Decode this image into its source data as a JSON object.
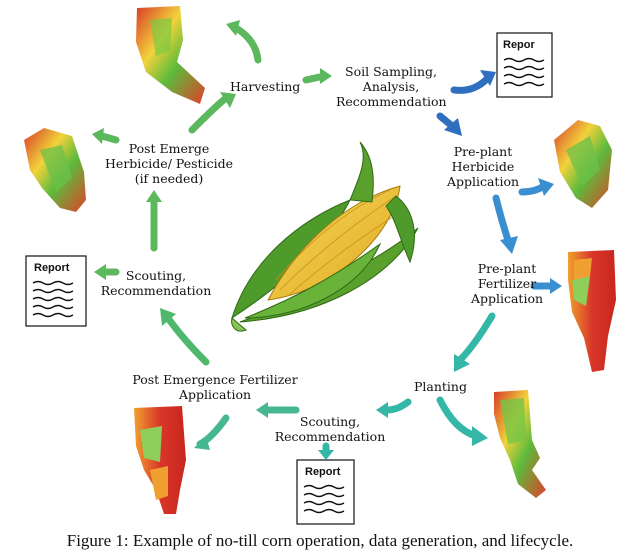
{
  "steps": {
    "soil_sampling": [
      "Soil Sampling,",
      "Analysis,",
      "Recommendation"
    ],
    "preplant_herbicide": [
      "Pre-plant",
      "Herbicide",
      "Application"
    ],
    "preplant_fertilizer": [
      "Pre-plant",
      "Fertilizer",
      "Application"
    ],
    "planting": "Planting",
    "scouting_bottom": [
      "Scouting,",
      "Recommendation"
    ],
    "post_emergence_fertilizer": [
      "Post Emergence Fertilizer",
      "Application"
    ],
    "scouting_left": [
      "Scouting,",
      "Recommendation"
    ],
    "post_emerge_herbicide": [
      "Post Emerge",
      "Herbicide/ Pesticide",
      "(if needed)"
    ],
    "harvesting": "Harvesting"
  },
  "reports": {
    "top_right": "Repor",
    "left": "Report",
    "bottom": "Report"
  },
  "caption": "Figure 1:  Example of no-till corn operation, data generation, and lifecycle.",
  "colors": {
    "arrow_green": "#5cb85c",
    "arrow_green_light": "#66bb6a",
    "arrow_teal": "#35b7a8",
    "arrow_blue": "#3a8fd0",
    "arrow_dark_blue": "#2e6fbf",
    "corn_yellow": "#f2c230",
    "husk_green": "#5aa02c"
  }
}
